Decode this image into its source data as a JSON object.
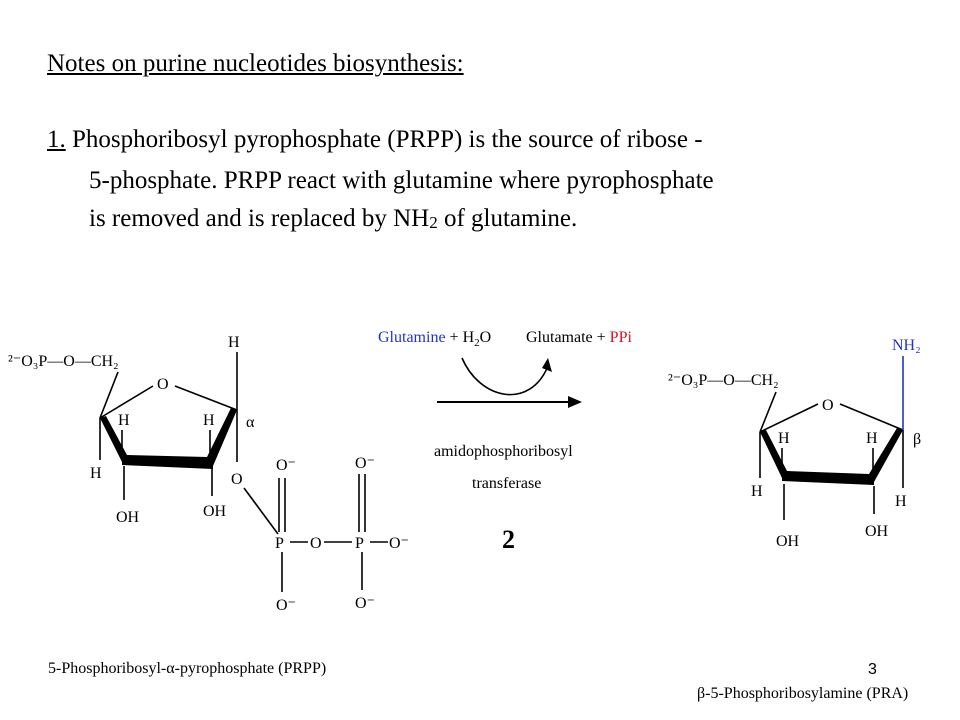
{
  "title": "Notes on purine nucleotides biosynthesis:",
  "point1": {
    "number": "1.",
    "line1": "Phosphoribosyl  pyrophosphate  (PRPP)  is  the  source  of  ribose -",
    "line2": "5-phosphate.  PRPP react with glutamine where pyrophosphate",
    "line3_before": "is removed and is replaced by NH",
    "line3_sub": "2",
    "line3_after": " of glutamine."
  },
  "reaction": {
    "reactant_glutamine": "Glutamine",
    "reactant_plus": "+ H",
    "reactant_h2o_sub": "2",
    "reactant_o": "O",
    "product_glutamate": "Glutamate +",
    "product_ppi": "PPi",
    "enzyme_line1": "amidophosphoribosyl",
    "enzyme_line2": "transferase",
    "step_number": "2",
    "colors": {
      "blue": "#2233cc",
      "red": "#e0101e"
    }
  },
  "left_molecule": {
    "phosphate_group": "²⁻O₃P—O—CH₂",
    "ring_O": "O",
    "H_top": "H",
    "alpha": "α",
    "H_left": "H",
    "H_mid1": "H",
    "H_mid2": "H",
    "OH1": "OH",
    "OH2": "OH",
    "O_link": "O",
    "O_minus_1": "O⁻",
    "O_minus_2": "O⁻",
    "P1": "P",
    "P2": "P",
    "O_bridge": "O",
    "O_minus_right": "O⁻",
    "O_minus_b1": "O⁻",
    "O_minus_b2": "O⁻",
    "caption": "5-Phosphoribosyl-α-pyrophosphate (PRPP)"
  },
  "right_molecule": {
    "phosphate_group": "²⁻O₃P—O—CH₂",
    "ring_O": "O",
    "NH2": "NH₂",
    "beta": "β",
    "H_left": "H",
    "H_mid1": "H",
    "H_mid2": "H",
    "H_right": "H",
    "OH1": "OH",
    "OH2": "OH",
    "caption": "β-5-Phosphoribosylamine (PRA)"
  },
  "page_number": "3"
}
